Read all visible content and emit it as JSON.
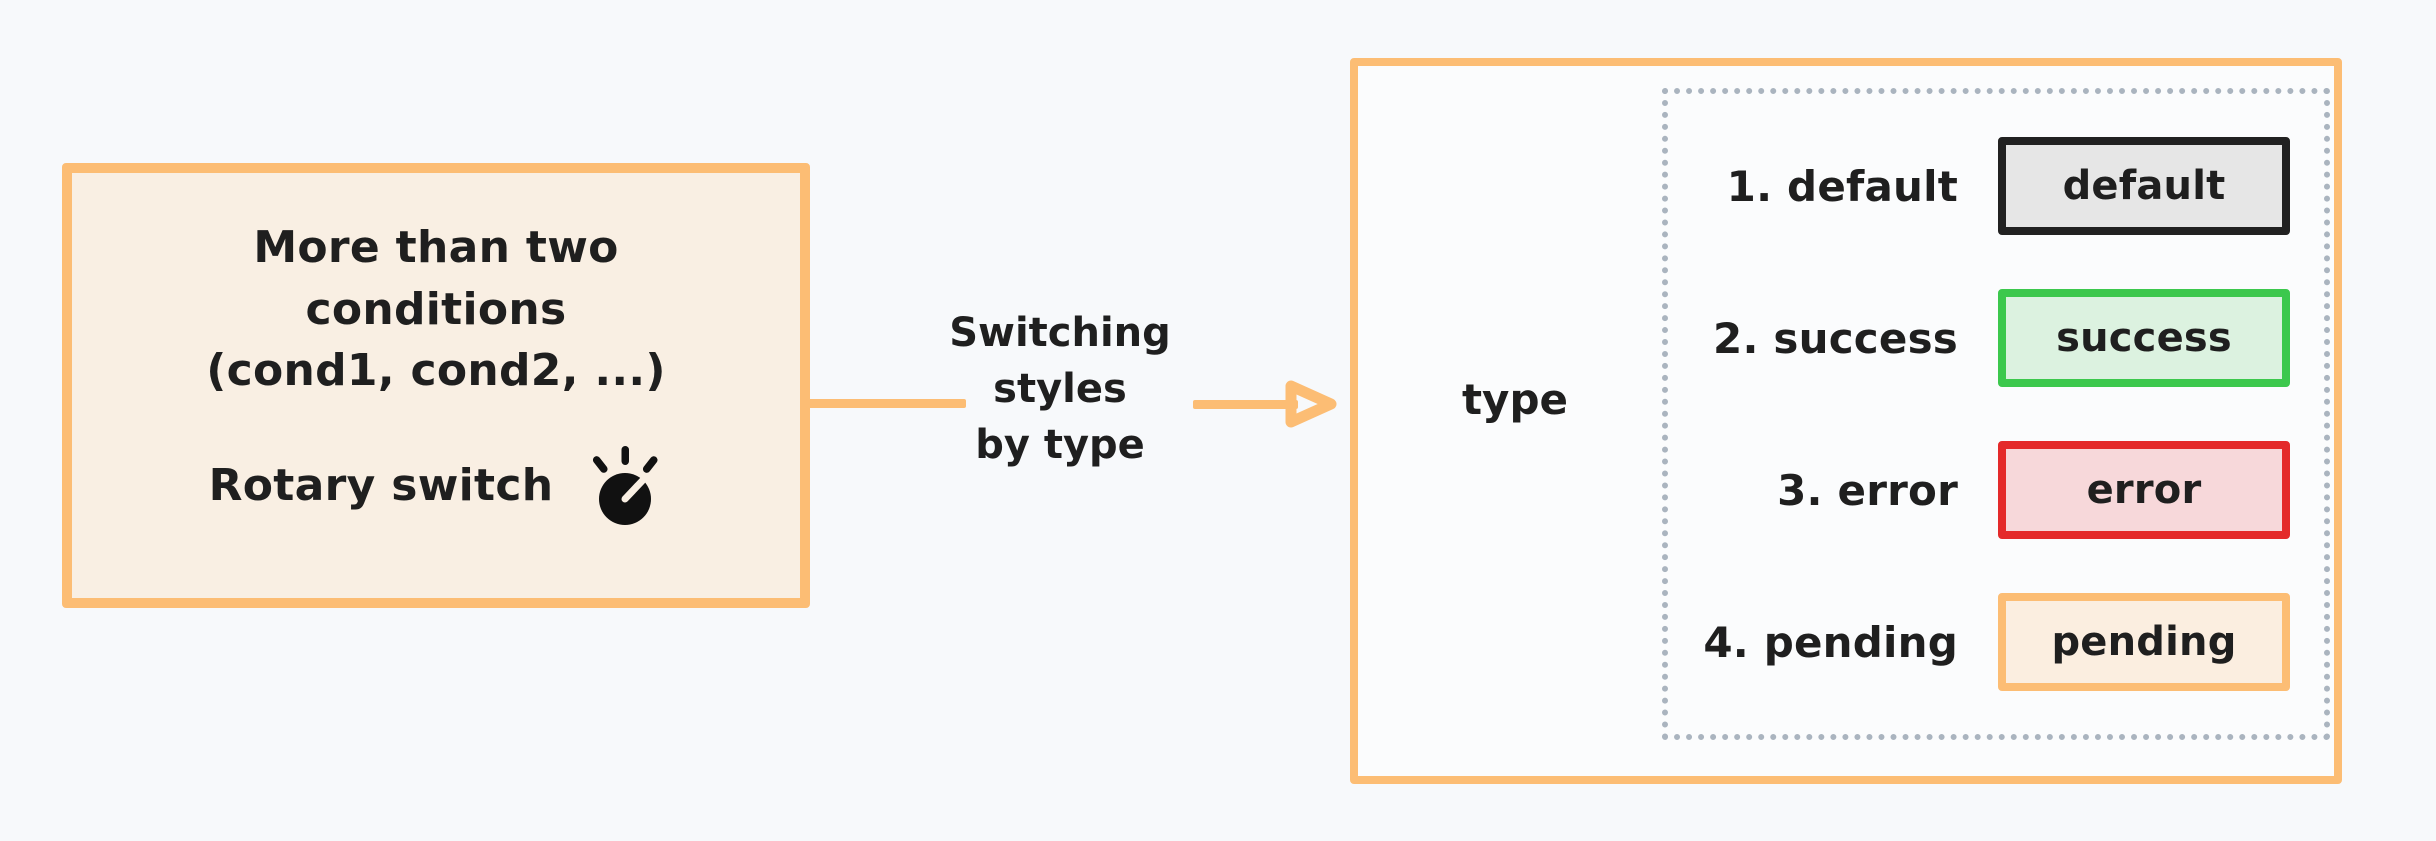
{
  "theme": {
    "background": "#f7f9fb",
    "accent_orange": "#fcbd74",
    "card_cream": "#f9efe3",
    "text_dark": "#1f1f1f",
    "dotted_gray": "#aab4bf"
  },
  "left_card": {
    "title": "More than two\nconditions\n(cond1, cond2, ...)",
    "footer_label": "Rotary switch",
    "icon": "rotary-switch-icon"
  },
  "connector": {
    "label": "Switching\nstyles\nby type",
    "arrow": "arrow-right-icon"
  },
  "right_panel": {
    "type_label": "type",
    "rows": [
      {
        "label": "1. default",
        "badge": "default",
        "style": "default",
        "fill": "#e6e6e6",
        "border": "#212121"
      },
      {
        "label": "2. success",
        "badge": "success",
        "style": "success",
        "fill": "#dcf2e0",
        "border": "#3cc84d"
      },
      {
        "label": "3. error",
        "badge": "error",
        "style": "error",
        "fill": "#f7d8da",
        "border": "#e42a2a"
      },
      {
        "label": "4. pending",
        "badge": "pending",
        "style": "pending",
        "fill": "#fbeee0",
        "border": "#fcbd74"
      }
    ]
  }
}
